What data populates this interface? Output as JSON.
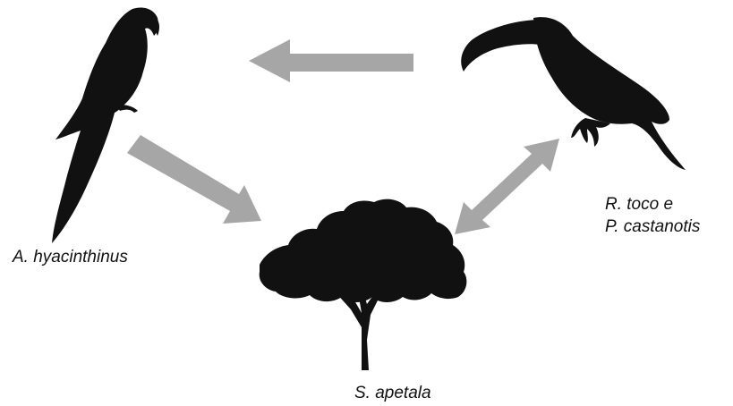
{
  "diagram": {
    "nodes": {
      "macaw": {
        "label": "A. hyacinthinus",
        "icon": "macaw-silhouette-icon"
      },
      "toucan": {
        "label_lines": [
          "R. toco e",
          "P. castanotis"
        ],
        "icon": "toucan-silhouette-icon"
      },
      "tree": {
        "label": "S. apetala",
        "icon": "tree-silhouette-icon"
      }
    },
    "edges": [
      {
        "from": "toucan",
        "to": "macaw",
        "direction": "one-way"
      },
      {
        "from": "macaw",
        "to": "tree",
        "direction": "one-way"
      },
      {
        "from": "toucan",
        "to": "tree",
        "direction": "two-way"
      }
    ],
    "colors": {
      "arrow": "#a6a6a6",
      "silhouette": "#111111",
      "background": "#ffffff"
    }
  }
}
